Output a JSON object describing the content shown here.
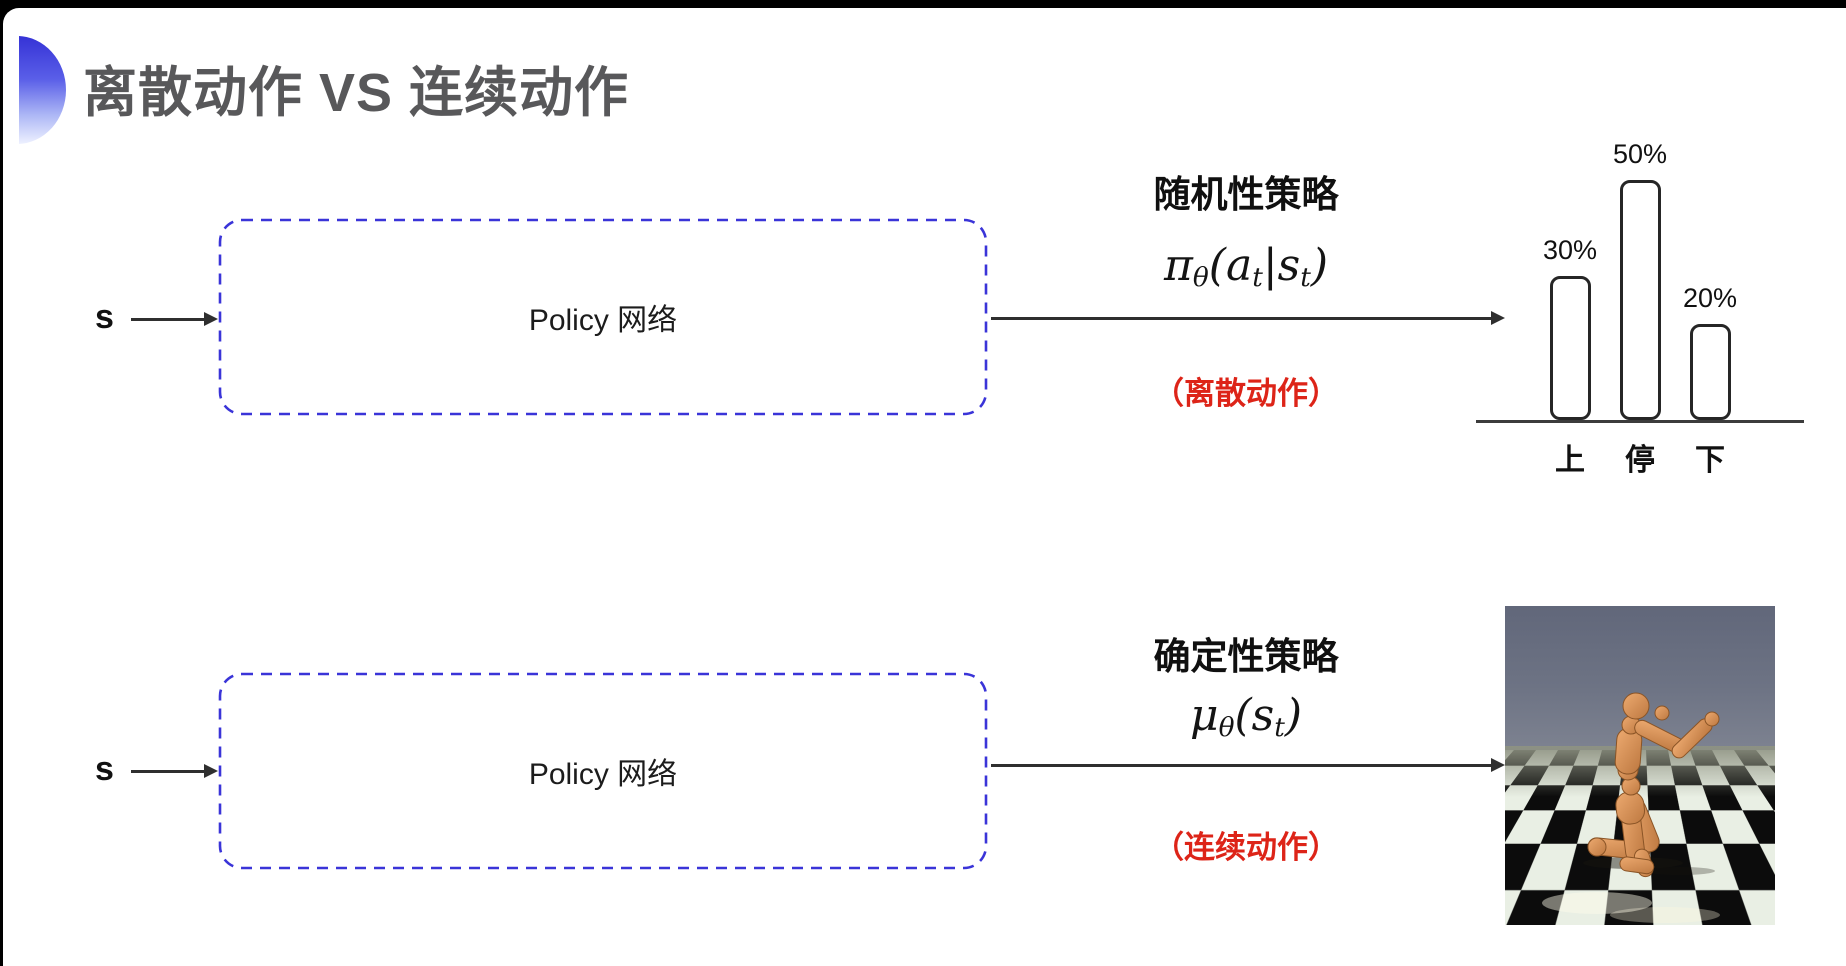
{
  "slide": {
    "title": "离散动作 VS 连续动作",
    "title_color": "#58585a",
    "box_border_color": "#3a34d8",
    "note_color": "#dd2418"
  },
  "stochastic_row": {
    "input_label": "s",
    "box_label": "Policy 网络",
    "policy_name": "随机性策略",
    "formula_parts": [
      {
        "t": "π"
      },
      {
        "t": "θ",
        "sub": true
      },
      {
        "t": "("
      },
      {
        "t": "a"
      },
      {
        "t": "t",
        "sub": true
      },
      {
        "t": "|"
      },
      {
        "t": "s"
      },
      {
        "t": "t",
        "sub": true
      },
      {
        "t": ")"
      }
    ],
    "action_note": "（离散动作）"
  },
  "deterministic_row": {
    "input_label": "s",
    "box_label": "Policy 网络",
    "policy_name": "确定性策略",
    "formula_parts": [
      {
        "t": "μ"
      },
      {
        "t": "θ",
        "sub": true
      },
      {
        "t": "("
      },
      {
        "t": "s"
      },
      {
        "t": "t",
        "sub": true
      },
      {
        "t": ")"
      }
    ],
    "action_note": "（连续动作）"
  },
  "chart_data": {
    "type": "bar",
    "categories": [
      "上",
      "停",
      "下"
    ],
    "values": [
      30,
      50,
      20
    ],
    "value_labels": [
      "30%",
      "50%",
      "20%"
    ],
    "title": "",
    "xlabel": "",
    "ylabel": "",
    "ylim": [
      0,
      55
    ],
    "grid": false,
    "bar_style": "outlined-rounded-white",
    "baseline_visible": true
  },
  "robot_panel": {
    "sky_color": "#6d7384",
    "floor_light": "#e9efe4",
    "floor_dark": "#0c0c0c",
    "body_color": "#d68f55"
  }
}
